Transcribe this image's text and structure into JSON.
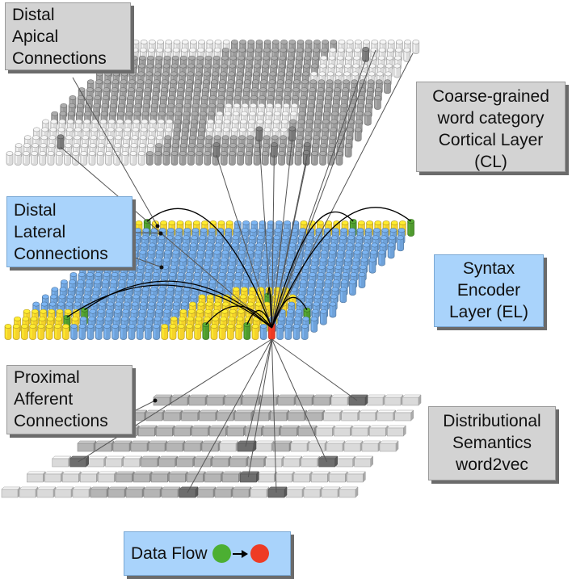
{
  "labels": {
    "apical": [
      "Distal",
      "Apical",
      "Connections"
    ],
    "coarse": [
      "Coarse-grained",
      "word category",
      "Cortical Layer",
      "(CL)"
    ],
    "lateral": [
      "Distal",
      "Lateral",
      "Connections"
    ],
    "syntax": [
      "Syntax",
      "Encoder",
      "Layer (EL)"
    ],
    "proximal": [
      "Proximal",
      "Afferent",
      "Connections"
    ],
    "distributional": [
      "Distributional",
      "Semantics",
      "word2vec"
    ],
    "data_flow": "Data Flow"
  },
  "colors": {
    "gray_box": "#d3d3d3",
    "blue_box": "#a9d3fb",
    "cell_blue": "#6fa2d9",
    "cell_yellow": "#f6d32b",
    "cell_green": "#4f9a2e",
    "cell_red": "#ee3b24",
    "cell_gray": "#9a9a9a",
    "cell_light": "#dcdcdc",
    "cell_dark": "#777777",
    "flow_source": "#4caf32",
    "flow_target": "#ee3b24"
  }
}
